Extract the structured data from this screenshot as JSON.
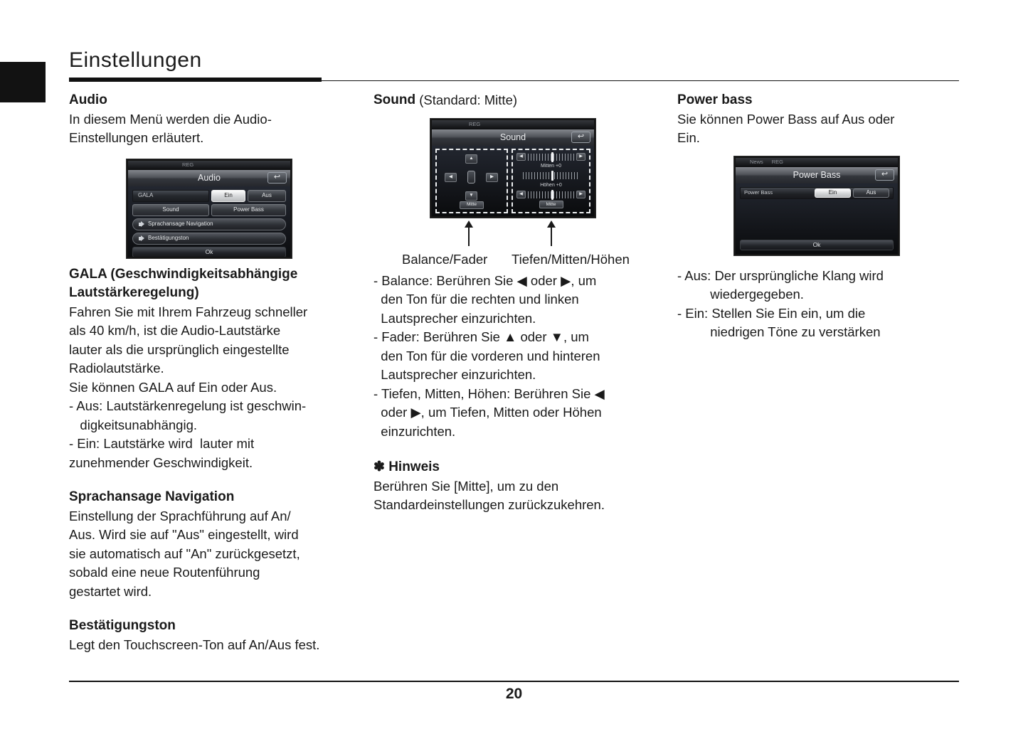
{
  "header": {
    "title": "Einstellungen"
  },
  "footer": {
    "page_number": "20"
  },
  "audio_section": {
    "heading": "Audio",
    "intro": "In diesem Menü werden die Audio-\nEinstellungen erläutert.",
    "screen": {
      "status": "REG",
      "title": "Audio",
      "back_icon": "↩",
      "gala": "GALA",
      "ein": "Ein",
      "aus": "Aus",
      "sound": "Sound",
      "power_bass": "Power Bass",
      "sprachansage": "Sprachansage Navigation",
      "bestaetigungston": "Bestätigungston",
      "ok": "Ok"
    },
    "gala_heading": "GALA (Geschwindigkeitsabhängige\nLautstärkeregelung)",
    "gala_text": "Fahren Sie mit Ihrem Fahrzeug schneller\nals 40 km/h, ist die Audio-Lautstärke\nlauter als die ursprünglich eingestellte\nRadiolautstärke.",
    "gala_text2": "Sie können GALA auf Ein oder Aus.",
    "gala_bullet_aus": "- Aus: Lautstärkenregelung ist geschwin-\n   digkeitsunabhängig.",
    "gala_bullet_ein": "- Ein: Lautstärke wird  lauter mit\nzunehmender Geschwindigkeit.",
    "sprach_heading": "Sprachansage Navigation",
    "sprach_text": "Einstellung der Sprachführung auf An/\nAus. Wird sie auf \"Aus\" eingestellt, wird\nsie automatisch auf \"An\" zurückgesetzt,\nsobald eine neue Routenführung\ngestartet wird.",
    "ton_heading": "Bestätigungston",
    "ton_text": "Legt den Touchscreen-Ton auf An/Aus fest."
  },
  "sound_section": {
    "heading_bold": "Sound",
    "heading_rest": " (Standard: Mitte)",
    "screen": {
      "status": "REG",
      "title": "Sound",
      "back_icon": "↩",
      "up": "▲",
      "down": "▼",
      "left": "◀",
      "right": "▶",
      "mitten_label": "Mitten +0",
      "hoehen_label": "Höhen +0",
      "mitte": "Mitte"
    },
    "callout_left": "Balance/Fader",
    "callout_right": "Tiefen/Mitten/Höhen",
    "bullets": [
      "- Balance: Berühren Sie ◀ oder ▶, um\n  den Ton für die rechten und linken\n  Lautsprecher einzurichten.",
      "- Fader: Berühren Sie ▲ oder ▼, um\n  den Ton für die vorderen und hinteren\n  Lautsprecher einzurichten.",
      "- Tiefen, Mitten, Höhen: Berühren Sie ◀\n  oder ▶, um Tiefen, Mitten oder Höhen\n  einzurichten."
    ],
    "note_heading": "✽ Hinweis",
    "note_text": "Berühren Sie [Mitte], um zu den\nStandardeinstellungen zurückzukehren."
  },
  "powerbass_section": {
    "heading": "Power bass",
    "intro": "Sie können Power Bass auf Aus oder\nEin.",
    "screen": {
      "status_news": "News",
      "status_reg": "REG",
      "title": "Power Bass",
      "back_icon": "↩",
      "row_label": "Power Bass",
      "ein": "Ein",
      "aus": "Aus",
      "ok": "Ok"
    },
    "bullets": "- Aus: Der ursprüngliche Klang wird\n         wiedergegeben.\n- Ein: Stellen Sie Ein ein, um die\n         niedrigen Töne zu verstärken"
  }
}
